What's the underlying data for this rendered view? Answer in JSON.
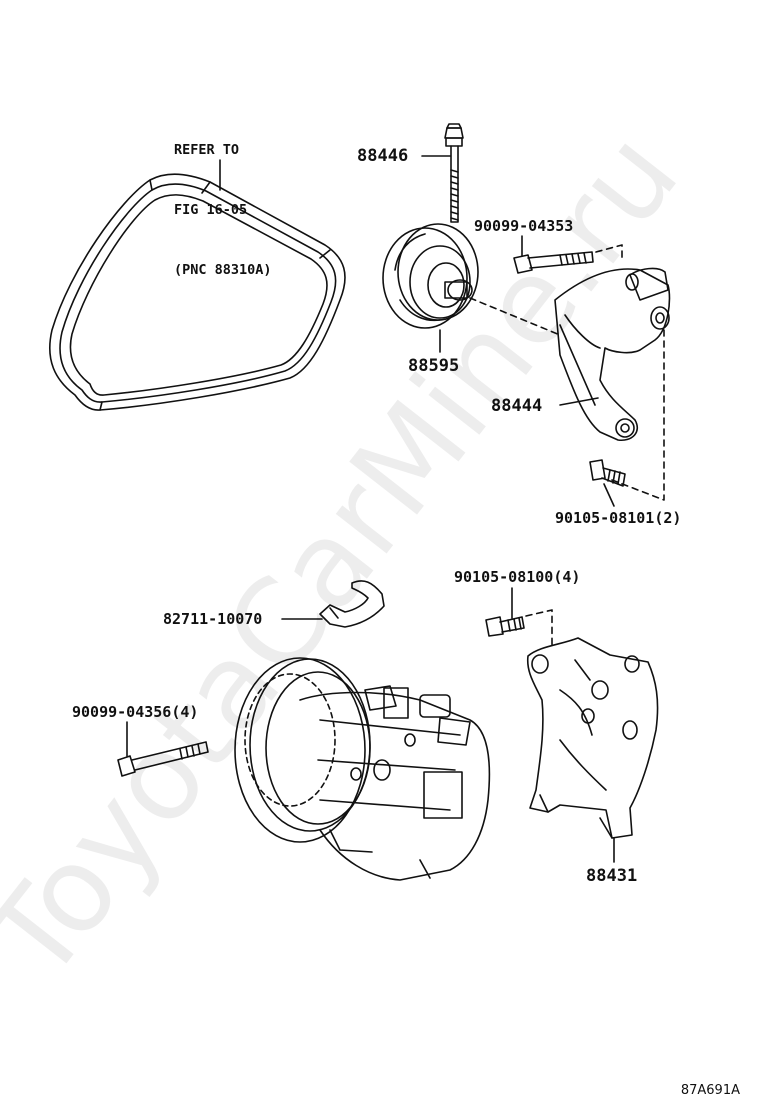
{
  "reference": {
    "line1": "REFER TO",
    "line2": "FIG 16-05",
    "line3": "(PNC 88310A)"
  },
  "parts": {
    "bolt_top": "88446",
    "bolt_idler": "90099-04353",
    "idler_pulley": "88595",
    "idler_bracket": "88444",
    "bracket_bolt": "90105-08101(2)",
    "bracket_bolt_lower": "90105-08100(4)",
    "clamp": "82711-10070",
    "compressor_bolt": "90099-04356(4)",
    "compressor_bracket": "88431"
  },
  "figure_code": "87A691A",
  "watermark": "ToyotaCarMine.ru"
}
